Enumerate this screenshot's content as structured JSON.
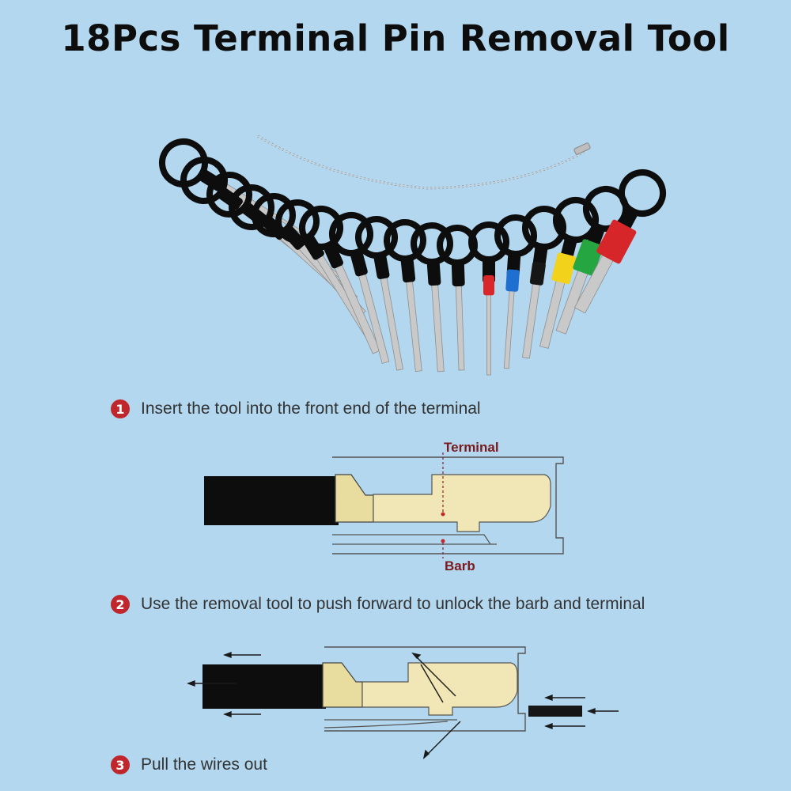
{
  "title": "18Pcs Terminal Pin Removal Tool",
  "steps": [
    {
      "number": "1",
      "text": "Insert the tool into the front end of the terminal"
    },
    {
      "number": "2",
      "text": "Use the removal tool to push forward to unlock the barb and terminal"
    },
    {
      "number": "3",
      "text": "Pull the wires out"
    }
  ],
  "diagram_labels": {
    "terminal": "Terminal",
    "barb": "Barb"
  },
  "colors": {
    "background": "#b3d7ef",
    "tool_handle": "#0d0d0d",
    "pin_metal": "#c9c9c9",
    "terminal_brass": "#f1e6b5",
    "step_badge": "#c0272d",
    "label": "#7b1a1d",
    "sleeve_red": "#d9262a",
    "sleeve_blue": "#1f6fd1",
    "sleeve_black": "#161616",
    "sleeve_yellow": "#f2d21b",
    "sleeve_green": "#25a640",
    "sleeve_large_red": "#d7262a"
  }
}
